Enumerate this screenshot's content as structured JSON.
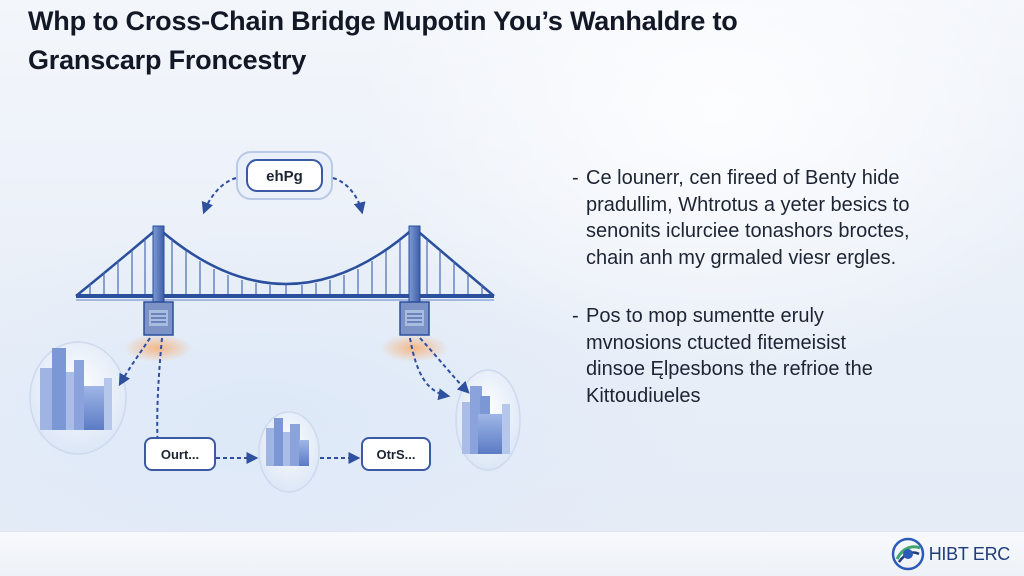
{
  "slide": {
    "title_lines": [
      "Whp to Cross-Chain Bridge Mupotin You’s Wanhaldre to",
      "Granscarp Froncestry"
    ]
  },
  "diagram": {
    "top_node": "ehPg",
    "node_left": "Ourt...",
    "node_right": "OtrS..."
  },
  "bullets": [
    {
      "lines": [
        "Ce lounerr, cen fireed of Benty hide",
        "pradullim, Whtrotus a yeter  besics to",
        "senonits iclurciee tonashors broctes,",
        "chain anh my grmaled viesr ergles."
      ]
    },
    {
      "lines": [
        "Pos to mop sumentte eruly",
        "mvnosions ctucted fitemeisist",
        "dinsoe Ęlpesbons the refrioe the",
        "Kittoudiueles"
      ]
    }
  ],
  "logo": {
    "text": "HIBT ERC",
    "icon": "hibt-logo-icon"
  },
  "colors": {
    "accent": "#2f4f9f",
    "bridge": "#2a4f9c",
    "title": "#121826",
    "glow": "#f4b183"
  }
}
